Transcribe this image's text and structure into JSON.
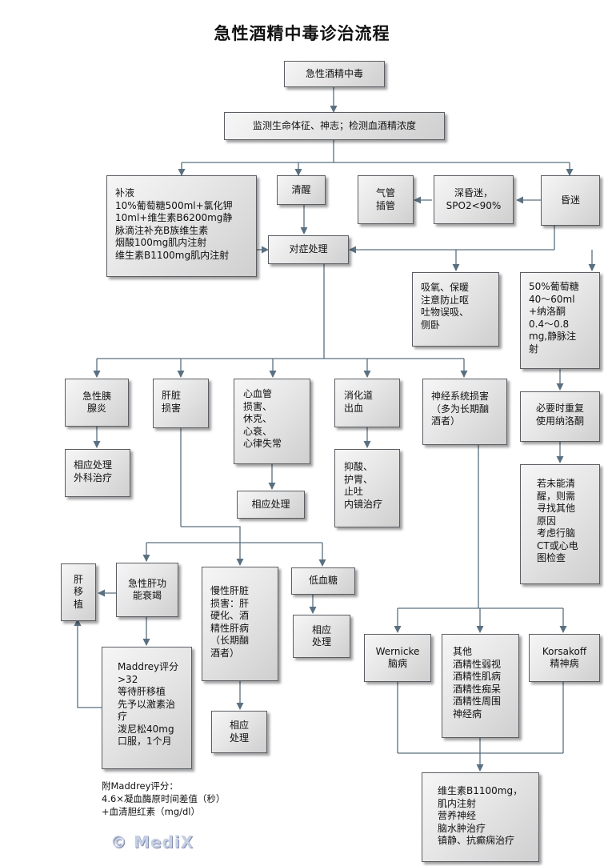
{
  "title": "急性酒精中毒诊治流程",
  "nodes": {
    "root": "急性酒精中毒",
    "monitor": "监测生命体征、神志；检测血酒精浓度",
    "fluid": "补液\n10%葡萄糖500ml+氯化钾\n10ml+维生素B6200mg静\n脉滴注补充B族维生素\n烟酸100mg肌内注射\n维生素B1100mg肌内注射",
    "awake": "清醒",
    "airway": "气管\n插管",
    "deep_coma": "深昏迷，\nSPO2<90%",
    "coma": "昏迷",
    "symptomatic": "对症处理",
    "oxygen": "吸氧、保暖\n注意防止呕\n吐物误吸、\n侧卧",
    "glucose": "50%葡萄糖\n40～60ml\n+纳洛酮\n0.4～0.8\nmg,静脉注\n射",
    "pancreatitis": "急性胰\n腺炎",
    "liver": "肝脏\n损害",
    "cardio": "心血管\n损害、\n休克、\n心衰、\n心律失常",
    "gi_bleed": "消化道\n出血",
    "neuro": "神经系统损害\n（多为长期酗\n酒者）",
    "naloxone_repeat": "必要时重复\n使用纳洛酮",
    "pancreatitis_tx": "相应处理\n外科治疗",
    "cardio_tx": "相应处理",
    "gi_tx": "抑酸、\n护胃、\n止吐\n内镜治疗",
    "no_wake": "若未能清\n醒，则需\n寻找其他\n原因\n考虑行脑\nCT或心电\n图检查",
    "transplant": "肝\n移\n植",
    "acute_liver": "急性肝功\n能衰竭",
    "chronic_liver": "慢性肝脏\n损害：肝\n硬化、酒\n精性肝病\n（长期酗\n酒者）",
    "hypoglycemia": "低血糖",
    "hypo_tx": "相应\n处理",
    "maddrey": "Maddrey评分\n>32\n等待肝移植\n先予以激素治\n疗\n泼尼松40mg\n口服，1个月",
    "chronic_tx": "相应\n处理",
    "wernicke": "Wernicke\n脑病",
    "other_neuro": "其他\n酒精性弱视\n酒精性肌病\n酒精性痴呆\n酒精性周围\n神经病",
    "korsakoff": "Korsakoff\n精神病",
    "vitamin": "维生素B1100mg，\n肌内注射\n营养神经\n脑水肿治疗\n镇静、抗癫痫治疗"
  },
  "note": "附Maddrey评分：\n4.6×凝血酶原时间差值（秒）\n+血清胆红素（mg/dl）",
  "logo": "© MediX",
  "colors": {
    "line": "#5a7080",
    "box_border": "#5a5e63"
  }
}
